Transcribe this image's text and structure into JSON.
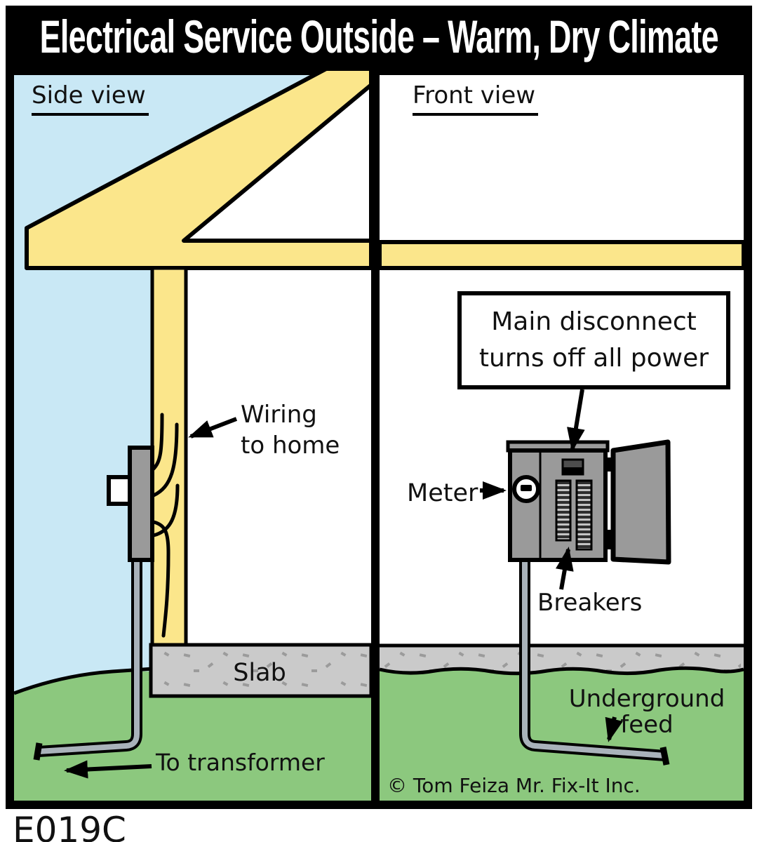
{
  "title": "Electrical Service Outside – Warm, Dry Climate",
  "code": "E019C",
  "side_view": {
    "label": "Side view",
    "wiring_line1": "Wiring",
    "wiring_line2": "to home",
    "slab_label": "Slab",
    "transformer_label": "To transformer"
  },
  "front_view": {
    "label": "Front view",
    "callout_line1": "Main disconnect",
    "callout_line2": "turns off all power",
    "meter_label": "Meter",
    "breakers_label": "Breakers",
    "underground_line1": "Underground",
    "underground_line2": "feed",
    "copyright": "© Tom Feiza Mr. Fix-It Inc."
  },
  "colors": {
    "sky": "#C9E8F5",
    "yellow": "#FBE68B",
    "grass": "#8CC87E",
    "slab": "#CACACA",
    "speckle": "#9B9B9B",
    "panel_gray": "#9A9A9A",
    "conduit_gray": "#A9B2BA",
    "line_black": "#000000",
    "title_bg": "#000000",
    "title_text": "#FFFFFF"
  }
}
